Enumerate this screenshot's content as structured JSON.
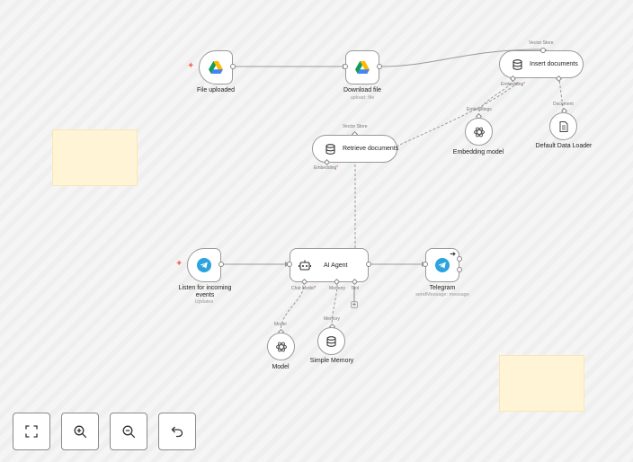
{
  "nodes": {
    "file_uploaded": {
      "label": "File uploaded"
    },
    "download_file": {
      "label": "Download file",
      "sublabel": "upload: file"
    },
    "insert_documents": {
      "label": "Insert documents"
    },
    "embedding_model": {
      "label": "Embedding model"
    },
    "default_data_loader": {
      "label": "Default Data Loader"
    },
    "retrieve_documents": {
      "label": "Retrieve documents"
    },
    "listen_events": {
      "label": "Listen for incoming events",
      "sublabel": "Updates"
    },
    "ai_agent": {
      "label": "AI Agent"
    },
    "telegram": {
      "label": "Telegram",
      "sublabel": "sendMessage: message"
    },
    "model": {
      "label": "Model"
    },
    "simple_memory": {
      "label": "Simple Memory"
    }
  },
  "port_labels": {
    "insert_vector_store": "Vector Store",
    "insert_embedding": "Embedding",
    "insert_document": "Document",
    "embedding_model_in": "Embeddings",
    "retrieve_vector_store": "Vector Store",
    "retrieve_embedding": "Embedding",
    "agent_chat_model": "Chat Model",
    "agent_memory": "Memory",
    "agent_tool": "Tool",
    "model_in": "Model",
    "memory_in": "Memory",
    "required_mark": "*"
  },
  "controls": {
    "fit_view": "fit-view",
    "zoom_in": "zoom-in",
    "zoom_out": "zoom-out",
    "undo": "undo"
  },
  "colors": {
    "trigger_bolt": "#f2705a",
    "telegram": "#2aa3de",
    "sticky_note": "#fff4d6",
    "edge": "#9a9a9a"
  }
}
